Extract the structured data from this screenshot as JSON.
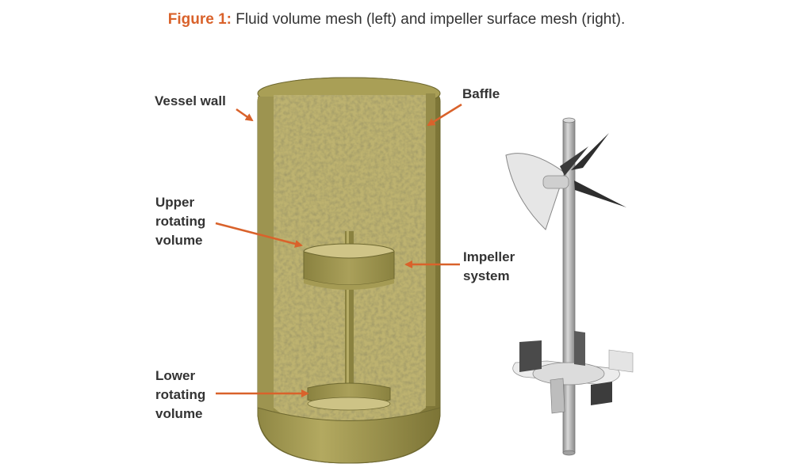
{
  "caption": {
    "figure_label": "Figure 1:",
    "text": " Fluid volume mesh (left) and impeller surface mesh (right)."
  },
  "labels": {
    "vessel_wall": "Vessel wall",
    "baffle": "Baffle",
    "upper_rotating_volume": [
      "Upper",
      "rotating",
      "volume"
    ],
    "impeller_system": [
      "Impeller",
      "system"
    ],
    "lower_rotating_volume": [
      "Lower",
      "rotating",
      "volume"
    ]
  },
  "colors": {
    "accent": "#d9622b",
    "mesh": "#bdb270",
    "mesh_dark": "#7e7638",
    "mesh_shell": "#a49a52",
    "steel": "#c4c4c4",
    "blade_dark": "#2e2e2e",
    "text": "#333333"
  }
}
